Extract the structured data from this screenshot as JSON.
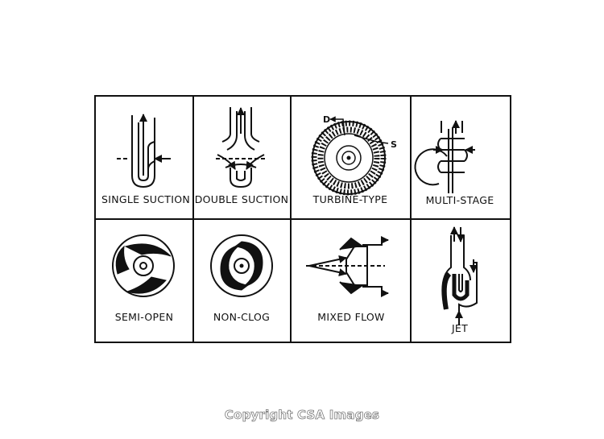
{
  "cells": [
    {
      "id": "single-suction",
      "label": "SINGLE SUCTION"
    },
    {
      "id": "double-suction",
      "label": "DOUBLE SUCTION"
    },
    {
      "id": "turbine-type",
      "label": "TURBINE-TYPE"
    },
    {
      "id": "multi-stage",
      "label": "MULTI-STAGE"
    },
    {
      "id": "semi-open",
      "label": "SEMI-OPEN"
    },
    {
      "id": "non-clog",
      "label": "NON-CLOG"
    },
    {
      "id": "mixed-flow",
      "label": "MIXED FLOW"
    },
    {
      "id": "jet",
      "label": "JET"
    }
  ],
  "turbine_markers": {
    "discharge": "D",
    "suction": "S"
  },
  "watermark": "Copyright CSA Images"
}
